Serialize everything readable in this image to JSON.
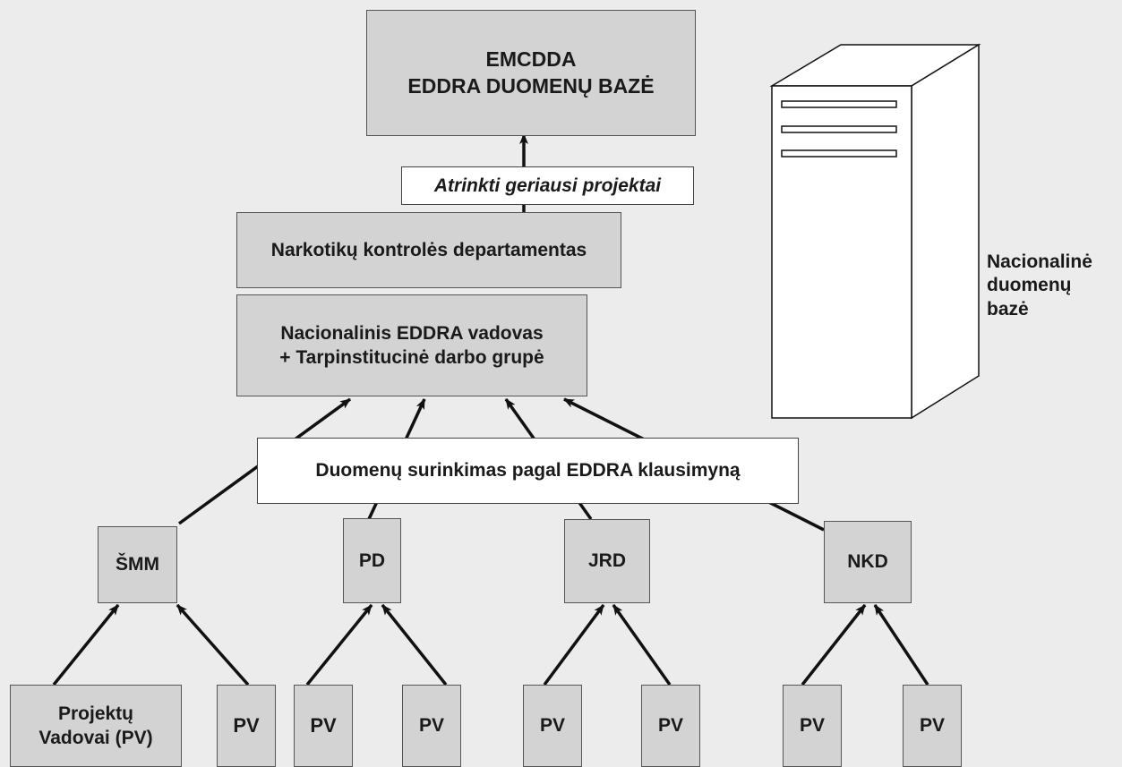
{
  "top": {
    "line1": "EMCDDA",
    "line2": "EDDRA DUOMENŲ BAZĖ"
  },
  "selected_projects": "Atrinkti geriausi projektai",
  "drug_control_dept": "Narkotikų kontrolės departamentas",
  "national_coordinator": {
    "line1": "Nacionalinis EDDRA vadovas",
    "line2": "+ Tarpinstitucinė darbo grupė"
  },
  "data_collection": "Duomenų surinkimas pagal EDDRA klausimyną",
  "institutions": [
    "ŠMM",
    "PD",
    "JRD",
    "NKD"
  ],
  "project_leaders": {
    "first": {
      "line1": "Projektų",
      "line2": "Vadovai (PV)"
    },
    "short": "PV"
  },
  "national_database": {
    "line1": "Nacionalinė",
    "line2": "duomenų",
    "line3": "bazė"
  }
}
